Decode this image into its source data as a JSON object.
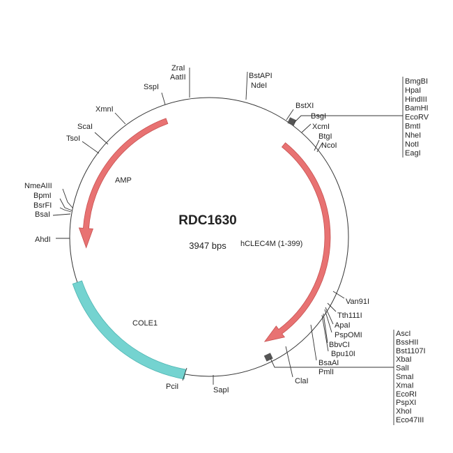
{
  "plasmid": {
    "name": "RDC1630",
    "length": "3947 bps"
  },
  "features": [
    {
      "name": "AMP",
      "color": "#e87272"
    },
    {
      "name": "hCLEC4M (1-399)",
      "color": "#e87272"
    },
    {
      "name": "COLE1",
      "color": "#74d3d0"
    }
  ],
  "sites": [
    "ZraI",
    "AatII",
    "SspI",
    "BstAPI",
    "NdeI",
    "XmnI",
    "ScaI",
    "TsoI",
    "NmeAIII",
    "BpmI",
    "BsrFI",
    "BsaI",
    "AhdI",
    "BstXI",
    "BsgI",
    "XcmI",
    "BtgI",
    "NcoI",
    "Van91I",
    "Tth111I",
    "ApaI",
    "PspOMI",
    "BbvCI",
    "Bpu10I",
    "BsaAI",
    "PmlI",
    "ClaI",
    "PciI",
    "SapI"
  ],
  "mcs1": [
    "BmgBI",
    "HpaI",
    "HindIII",
    "BamHI",
    "EcoRV",
    "BmtI",
    "NheI",
    "NotI",
    "EagI"
  ],
  "mcs2": [
    "AscI",
    "BssHII",
    "Bst1107I",
    "XbaI",
    "SalI",
    "SmaI",
    "XmaI",
    "EcoRI",
    "PspXI",
    "XhoI",
    "Eco47III"
  ]
}
